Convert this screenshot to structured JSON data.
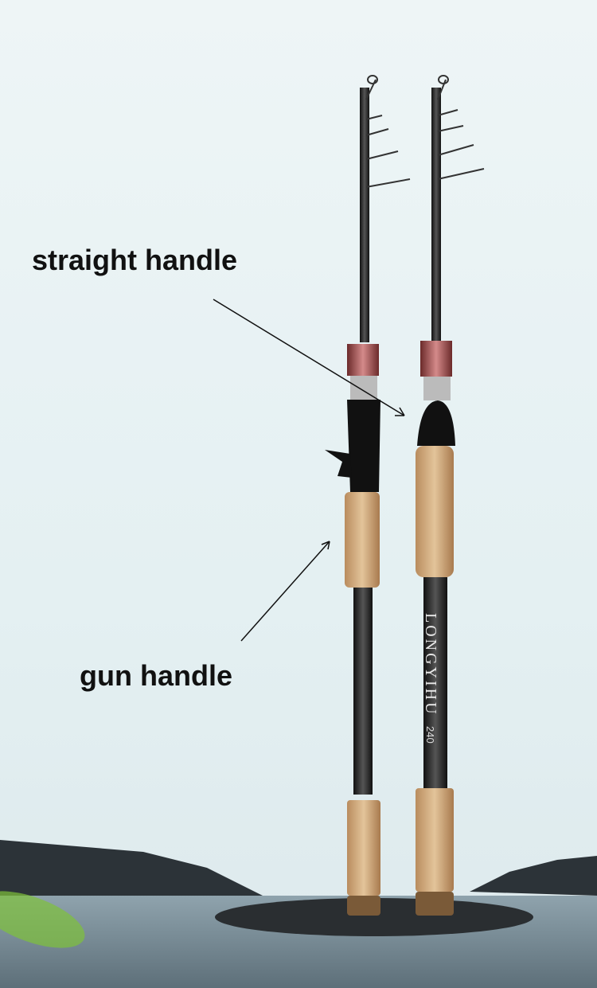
{
  "labels": {
    "straight": "straight handle",
    "gun": "gun handle"
  },
  "rod_text": {
    "brand": "LONGYIHU",
    "length": "240"
  }
}
